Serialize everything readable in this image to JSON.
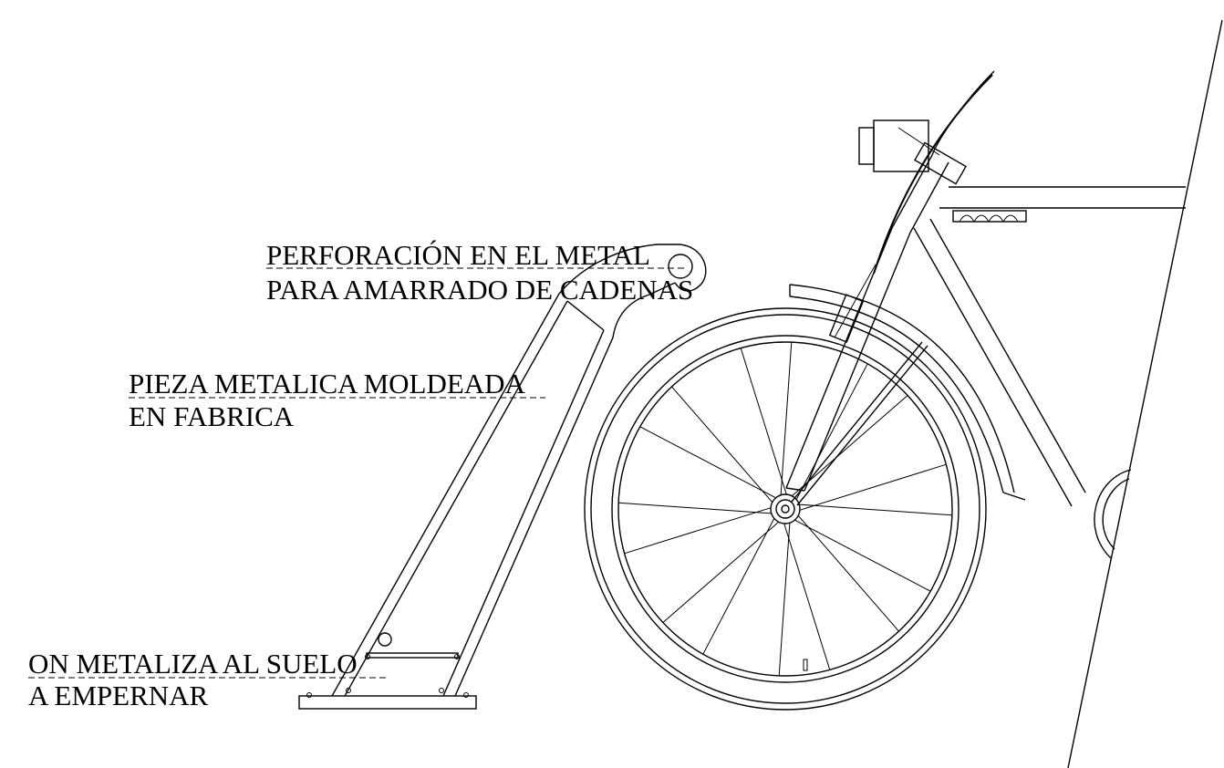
{
  "labels": {
    "chain_hole_line1": "PERFORACIÓN EN EL METAL",
    "chain_hole_line2": "PARA AMARRADO DE CADENAS",
    "molded_piece_line1": "PIEZA METALICA MOLDEADA",
    "molded_piece_line2": "EN FABRICA",
    "floor_plate_line1": "ON METALIZA AL SUELO",
    "floor_plate_line2": "A EMPERNAR"
  }
}
